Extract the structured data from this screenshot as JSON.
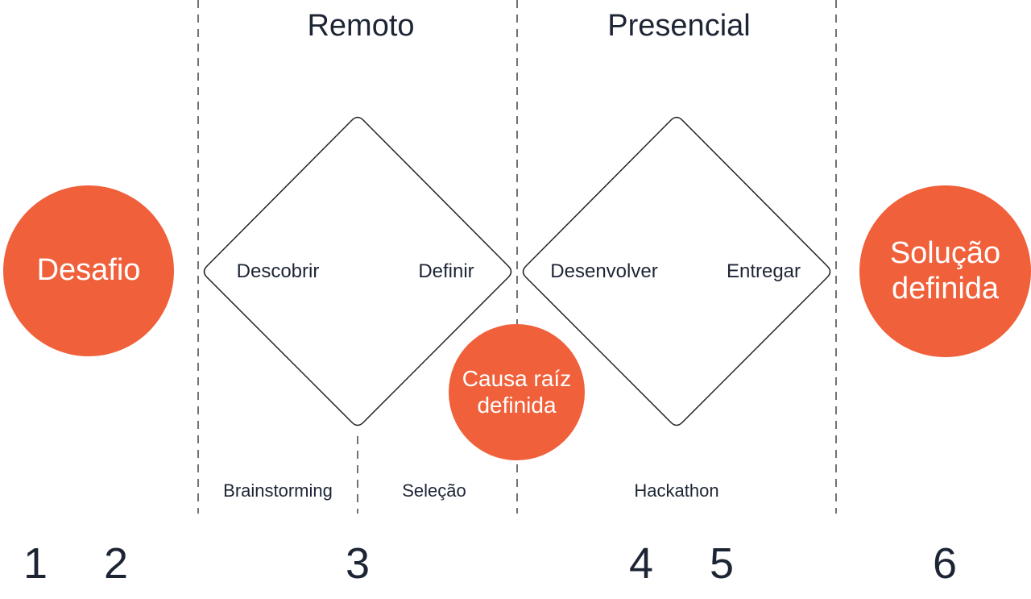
{
  "headers": {
    "remote": "Remoto",
    "presencial": "Presencial"
  },
  "diamonds": {
    "first": {
      "left": "Descobrir",
      "right": "Definir"
    },
    "second": {
      "left": "Desenvolver",
      "right": "Entregar"
    }
  },
  "circles": {
    "challenge": "Desafio",
    "root_cause": "Causa raíz definida",
    "solution": "Solução definida"
  },
  "activities": {
    "brainstorming": "Brainstorming",
    "selection": "Seleção",
    "hackathon": "Hackathon"
  },
  "steps": [
    "1",
    "2",
    "3",
    "4",
    "5",
    "6"
  ],
  "colors": {
    "accent": "#f0603a",
    "text": "#1d2535",
    "line": "#333333"
  }
}
